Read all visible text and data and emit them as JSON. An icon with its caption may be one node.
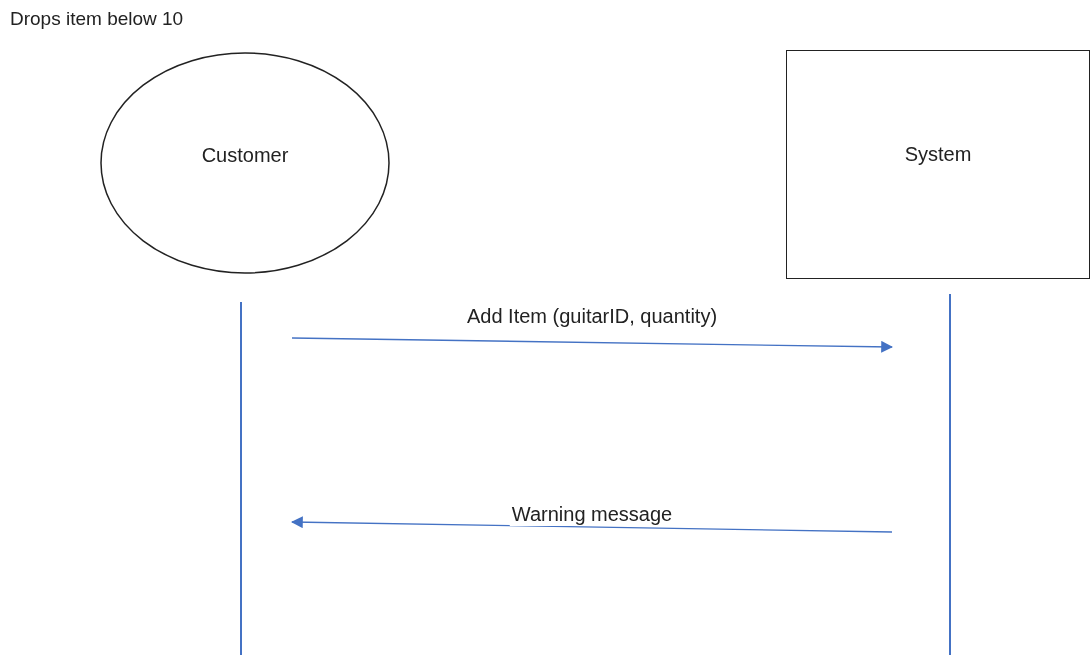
{
  "diagram": {
    "nodes": [
      {
        "text": [
          "Customer"
        ]
      },
      {
        "text": [
          "System"
        ]
      },
      {
        "text": [],
        "shape": "line"
      },
      {
        "text": [],
        "shape": "line"
      }
    ],
    "edges": [
      {
        "from": 2,
        "to": 3,
        "arrow": "to",
        "label": "Add Item (guitarID, quantity)"
      },
      {
        "from": 3,
        "to": 2,
        "arrow": "to",
        "label": "Warning message"
      }
    ],
    "labels": [
      "Drops item below 10"
    ]
  }
}
